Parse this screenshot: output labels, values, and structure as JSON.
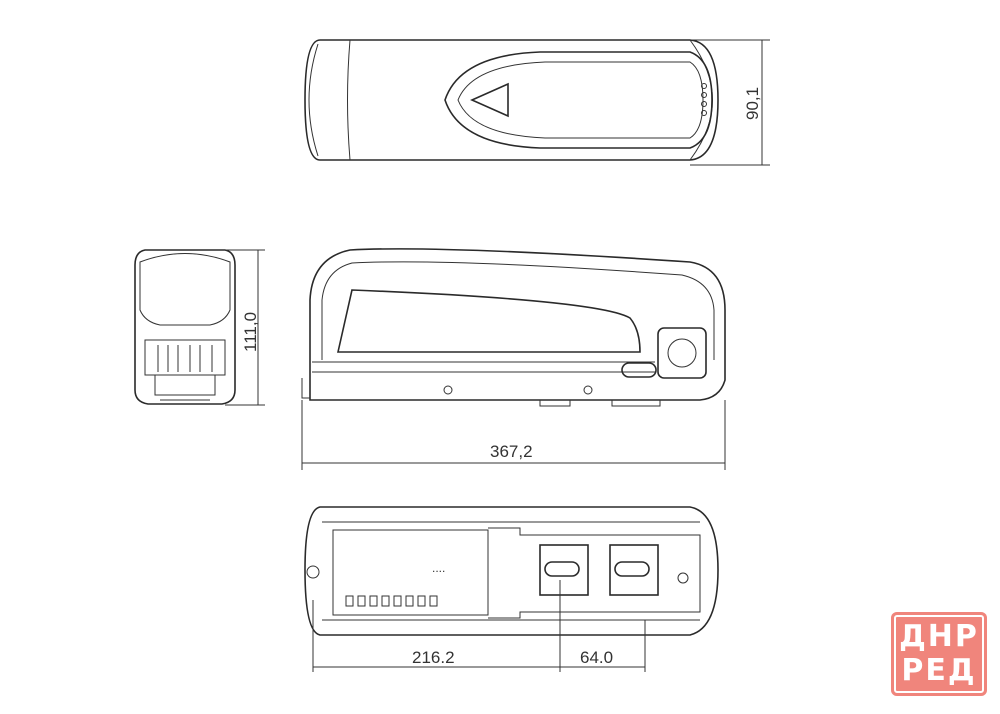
{
  "drawing": {
    "dimensions": {
      "top_height": "90,1",
      "side_height": "111,0",
      "overall_length": "367,2",
      "mount_offset": "216.2",
      "mount_spacing": "64.0"
    }
  },
  "watermark": {
    "line1": "ДНР",
    "line2": "РЕД",
    "color": "#f0857c"
  }
}
